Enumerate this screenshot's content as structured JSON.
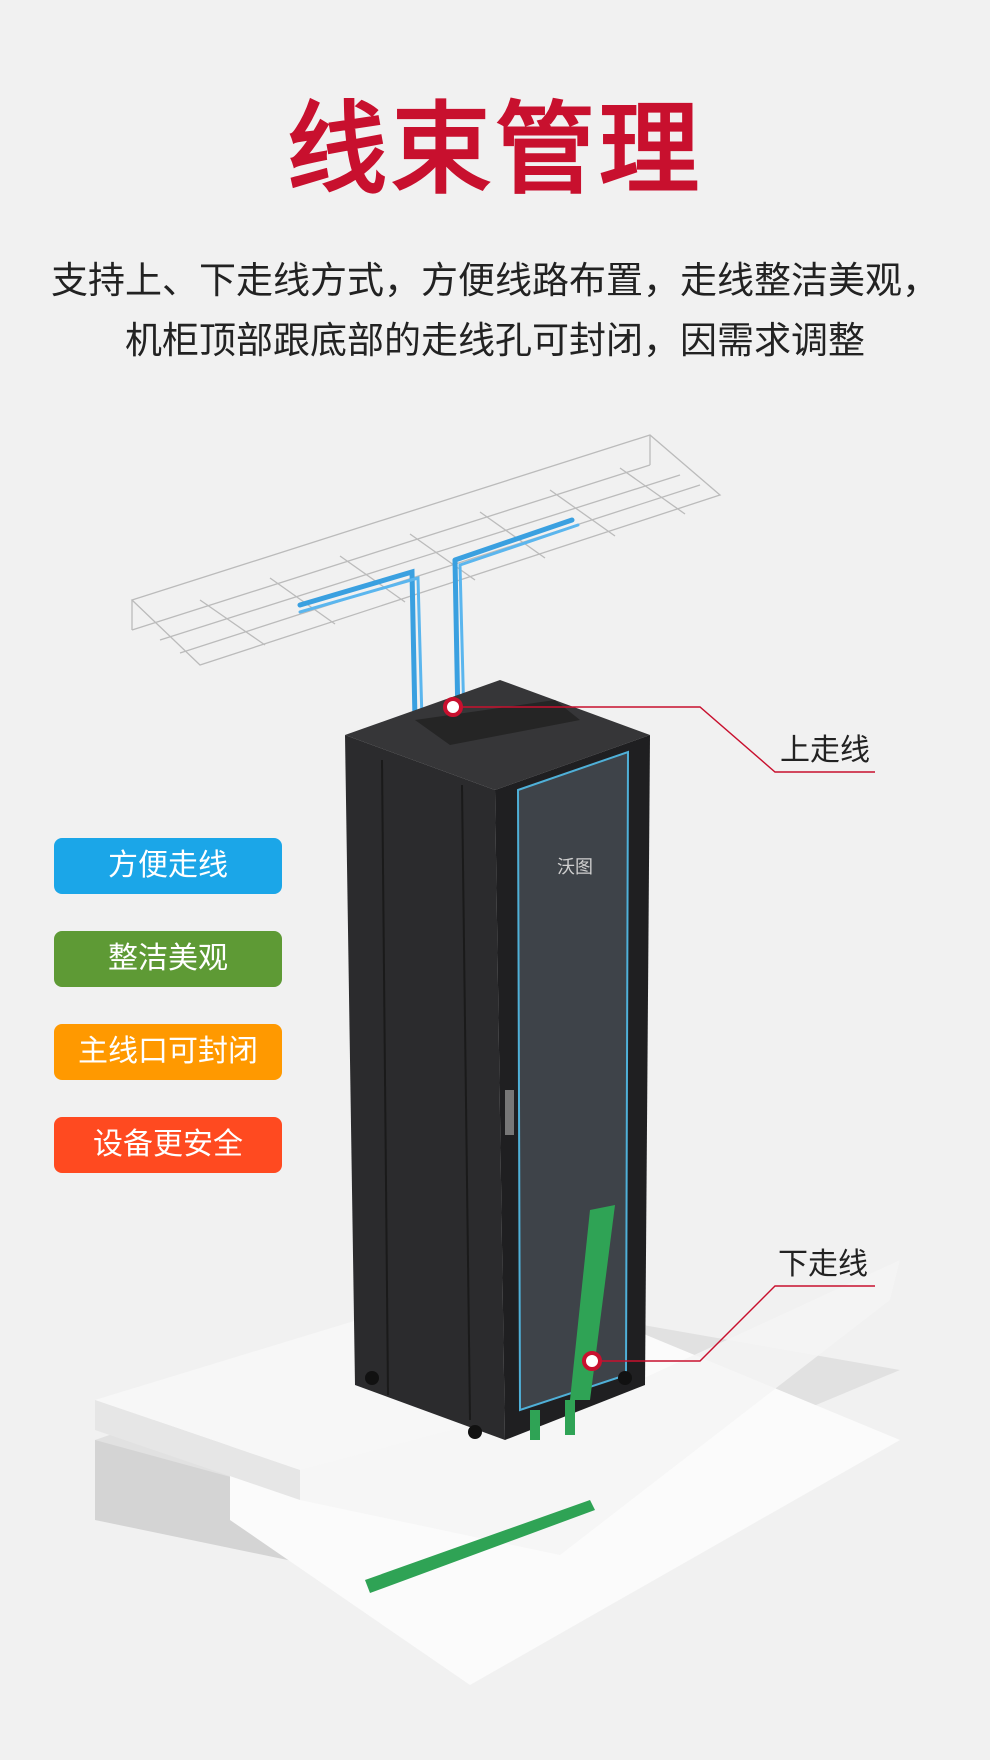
{
  "header": {
    "title": "线束管理",
    "title_color": "#c8102e",
    "description_lines": [
      "支持上、下走线方式，方便线路布置，走线整洁美观，",
      "机柜顶部跟底部的走线孔可封闭，因需求调整"
    ]
  },
  "features": [
    {
      "label": "方便走线",
      "color": "#1ba6e8"
    },
    {
      "label": "整洁美观",
      "color": "#5e9a35"
    },
    {
      "label": "主线口可封闭",
      "color": "#ff9900"
    },
    {
      "label": "设备更安全",
      "color": "#ff4a20"
    }
  ],
  "callouts": {
    "top": "上走线",
    "bottom": "下走线",
    "line_color": "#c8102e"
  },
  "product": {
    "cabinet_logo": "沃图",
    "cabinet_color": "#2b2b2d",
    "top_cable_color": "#3aa0e0",
    "bottom_cable_color": "#35a860"
  }
}
